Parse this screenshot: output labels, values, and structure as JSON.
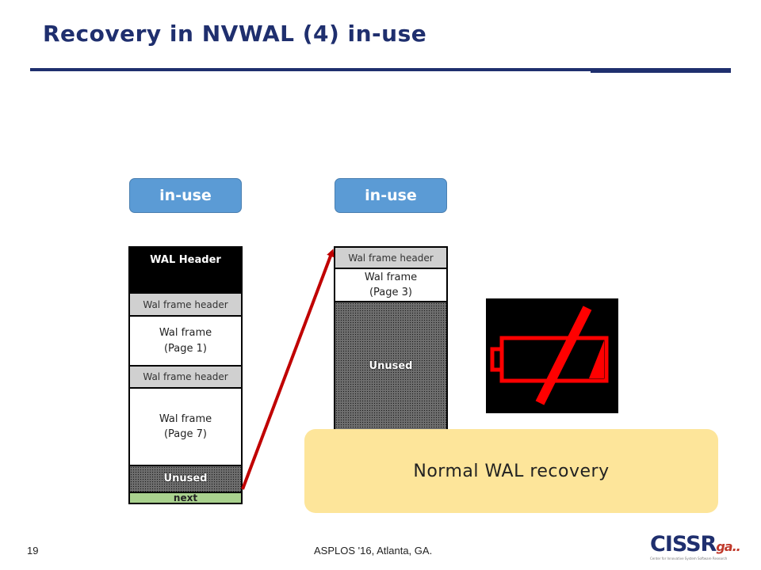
{
  "slide": {
    "title": "Recovery in NVWAL (4) in-use",
    "page_number": "19",
    "conference": "ASPLOS '16, Atlanta, GA.",
    "logo": {
      "text": "CISSR",
      "accent": "ga..",
      "subtitle": "Center for Innovative System Software Research"
    }
  },
  "badges": {
    "left": "in-use",
    "right": "in-use"
  },
  "left_column": {
    "wal_header": "WAL Header",
    "frame_header_1": "Wal frame header",
    "frame_1": "Wal frame\n(Page 1)",
    "frame_header_2": "Wal frame header",
    "frame_2": "Wal frame\n(Page 7)",
    "unused": "Unused",
    "next": "next"
  },
  "right_column": {
    "frame_header": "Wal frame header",
    "frame": "Wal frame\n(Page 3)",
    "unused": "Unused"
  },
  "callout": {
    "text": "Normal WAL recovery"
  },
  "icons": {
    "battery": "battery-disabled-icon",
    "arrow": "arrow-icon"
  },
  "colors": {
    "title": "#1f2f6e",
    "badge": "#5b9bd5",
    "callout": "#fde59a",
    "arrow": "#c00000",
    "next": "#a9d18e",
    "battery": "#ff0000"
  }
}
